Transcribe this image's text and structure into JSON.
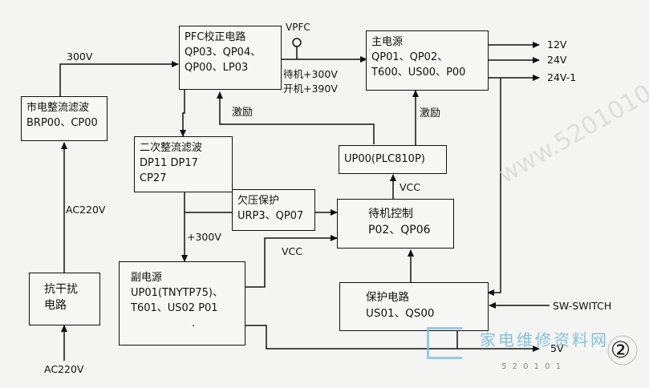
{
  "blocks": {
    "pfc": {
      "l1": "PFC校正电路",
      "l2": "QP03、QP04、",
      "l3": "QP00、LP03"
    },
    "main": {
      "l1": "主电源",
      "l2": "QP01、QP02、",
      "l3": "T600、US00、P00"
    },
    "rect1": {
      "l1": "市电整流滤波",
      "l2": "BRP00、CP00"
    },
    "rect2": {
      "l1": "二次整流滤波",
      "l2": "DP11 DP17",
      "l3": "CP27"
    },
    "ctrl_ic": {
      "l1": "UP00(PLC810P)"
    },
    "uv": {
      "l1": "欠压保护",
      "l2": "URP3、QP07"
    },
    "standby": {
      "l1": "待机控制",
      "l2": "P02、QP06"
    },
    "emi": {
      "l1": "抗干扰",
      "l2": "电路"
    },
    "aux": {
      "l1": "副电源",
      "l2": "UP01(TNYTP75)、",
      "l3": "T601、US02 P01",
      "l4": "."
    },
    "prot": {
      "l1": "保护电路",
      "l2": "US01、QS00"
    }
  },
  "labels": {
    "v300_top": "300V",
    "vpfc": "VPFC",
    "standby_v": "待机+300V",
    "on_v": "开机+390V",
    "out_12v": "12V",
    "out_24v": "24V",
    "out_24v1": "24V-1",
    "excite1": "激励",
    "excite2": "激励",
    "vcc1": "VCC",
    "vcc2": "VCC",
    "ac_mid": "AC220V",
    "ac_bottom": "AC220V",
    "v300_mid": "+300V",
    "sw": "SW-SWITCH",
    "v5": "5V",
    "figure_num": "②"
  },
  "watermark": {
    "text": "家电维修资料网",
    "url": "www.5201010",
    "small": "5 2 0 1 0 1"
  }
}
